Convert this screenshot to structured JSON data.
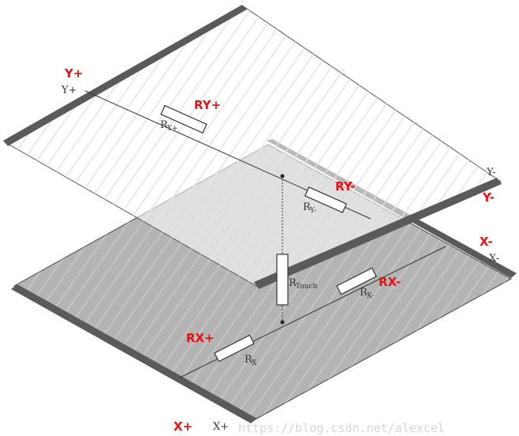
{
  "diagram": {
    "bottom_layer": {
      "positive_terminal": "X+",
      "negative_terminal": "X-",
      "positive_terminal_caption": "X+",
      "negative_terminal_caption": "X-"
    },
    "top_layer": {
      "positive_terminal": "Y+",
      "negative_terminal": "Y-",
      "positive_terminal_caption": "Y+",
      "negative_terminal_caption": "Y-"
    },
    "resistors": {
      "ry_plus": {
        "highlight": "RY+",
        "symbol": "R",
        "sub": "Y+"
      },
      "ry_minus": {
        "highlight": "RY-",
        "symbol": "R",
        "sub": "Y-"
      },
      "rx_plus": {
        "highlight": "RX+",
        "symbol": "R",
        "sub": "X"
      },
      "rx_minus": {
        "highlight": "RX-",
        "symbol": "R",
        "sub": "X-"
      },
      "r_touch": {
        "symbol": "R",
        "sub": "Touch"
      }
    },
    "watermark": "https://blog.csdn.net/alexcel",
    "colors": {
      "annotation": "#e81010",
      "bottom_plate": "#b4b4b4",
      "top_plate": "#ffffff",
      "electrode": "#5a5a5a"
    }
  }
}
